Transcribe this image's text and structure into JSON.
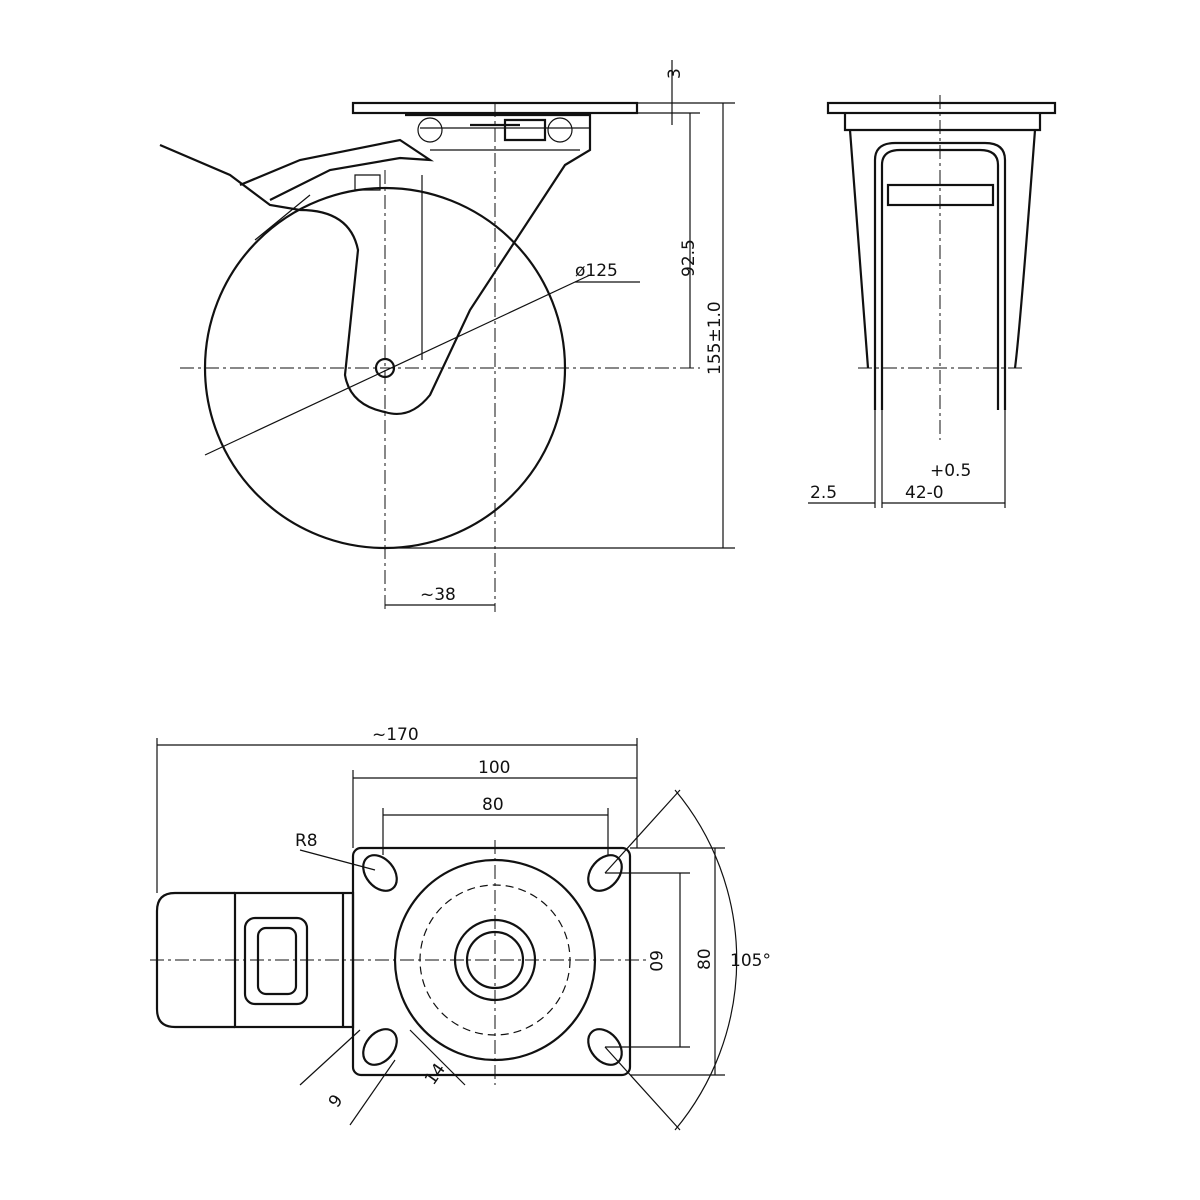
{
  "side_view": {
    "dim_plate_thickness": "3",
    "dim_axle_height": "92.5",
    "dim_total_height": "155±1.0",
    "dim_wheel_diameter": "ø125",
    "dim_offset": "~38"
  },
  "front_view": {
    "dim_wall": "2.5",
    "dim_width": "42-0",
    "dim_tolerance": "+0.5"
  },
  "top_view": {
    "dim_overall_length": "~170",
    "dim_plate_width": "100",
    "dim_hole_spacing_x": "80",
    "dim_radius": "R8",
    "dim_hole_spacing_y": "60",
    "dim_plate_height": "80",
    "dim_swivel_angle": "105°",
    "dim_slot_width": "9",
    "dim_slot_length": "14"
  }
}
